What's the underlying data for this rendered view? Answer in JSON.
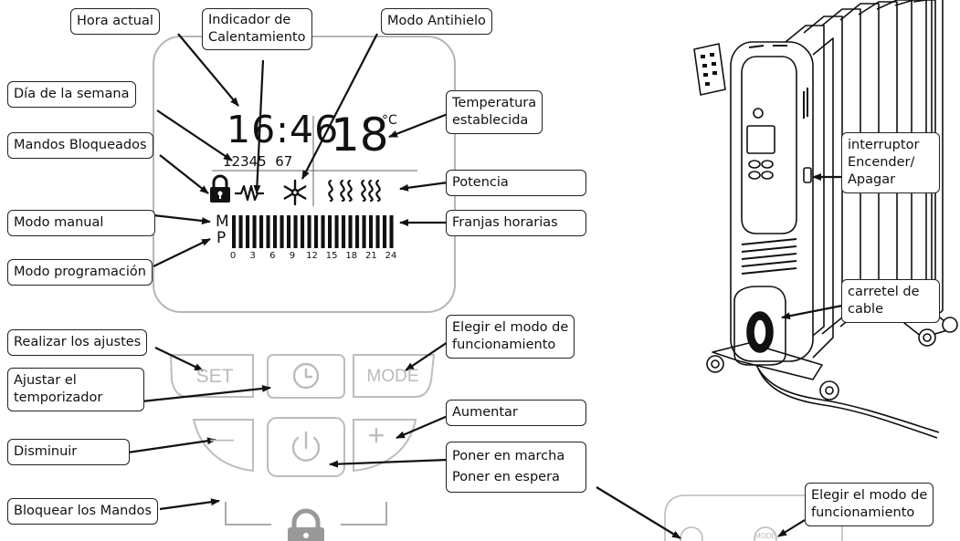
{
  "callouts": {
    "hora_actual": "Hora actual",
    "indicador_calentamiento": [
      "Indicador de",
      "Calentamiento"
    ],
    "modo_antihielo": "Modo Antihielo",
    "dia_semana": "Día de la semana",
    "temperatura_establecida": [
      "Temperatura",
      "establecida"
    ],
    "mandos_bloqueados": "Mandos Bloqueados",
    "potencia": "Potencia",
    "modo_manual": "Modo manual",
    "franjas_horarias": "Franjas horarias",
    "modo_programacion": "Modo programación",
    "realizar_ajustes": "Realizar los ajustes",
    "elegir_modo": [
      "Elegir el modo de",
      "funcionamiento"
    ],
    "ajustar_temporizador": [
      "Ajustar el",
      "temporizador"
    ],
    "aumentar": "Aumentar",
    "disminuir": "Disminuir",
    "poner_marcha_espera": [
      "Poner en marcha",
      "Poner en espera"
    ],
    "bloquear_mandos": "Bloquear los Mandos",
    "interruptor": [
      "interruptor",
      "Encender/",
      "Apagar"
    ],
    "carretel": [
      "carretel de",
      "cable"
    ],
    "elegir_modo_2": [
      "Elegir el modo de",
      "funcionamiento"
    ]
  },
  "display": {
    "time": "16:46",
    "days": "12345  67",
    "temperature": "18",
    "unit": "°C",
    "mode_manual": "M",
    "mode_program": "P",
    "hour_ticks": [
      "0",
      "3",
      "6",
      "9",
      "12",
      "15",
      "18",
      "21",
      "24"
    ],
    "time_slot_count": 24
  },
  "buttons": {
    "set": "SET",
    "mode": "MODE",
    "minus": "—",
    "plus": "+",
    "mini_mode": "MODE"
  }
}
